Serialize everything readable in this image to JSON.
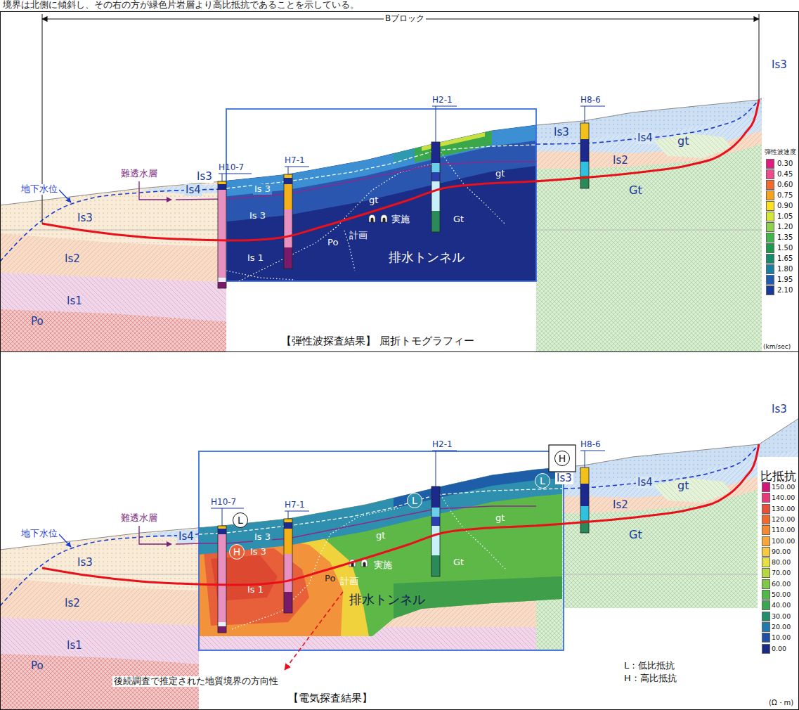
{
  "diagram": {
    "nodes": [
      {
        "text": [
          "H"
        ]
      },
      {
        "text": [
          "L"
        ]
      },
      {
        "text": [
          "L"
        ]
      },
      {
        "text": [
          "L"
        ]
      },
      {
        "text": [
          "H"
        ]
      }
    ],
    "labels": [
      "境界は北側に傾斜し、その右の方が緑色片岩層より高比抵抗であることを示している。",
      "Bブロック",
      "H10-7",
      "H7-1",
      "H2-1",
      "H8-6",
      "難透水層",
      "地下水位",
      "Is3",
      "Is4",
      "Is3",
      "Is2",
      "Is1",
      "Po",
      "Is3",
      "Is3",
      "Is4",
      "gt",
      "Is2",
      "Gt",
      "Is 3",
      "Is 3",
      "Is 1",
      "Po",
      "gt",
      "gt",
      "Gt",
      "実施",
      "計画",
      "排水トンネル",
      "弾性波速度",
      "【弾性波探査結果】 屈折トモグラフィー",
      "(km/sec)",
      "H10-7",
      "H7-1",
      "H2-1",
      "H8-6",
      "難透水層",
      "地下水位",
      "Is4",
      "Is3",
      "Is2",
      "Is1",
      "Po",
      "Is3",
      "Is3",
      "Is4",
      "gt",
      "Is2",
      "Gt",
      "Is 3",
      "Is 3",
      "Is 1",
      "Po",
      "gt",
      "gt",
      "Gt",
      "実施",
      "計画",
      "排水トンネル",
      "後続調査で推定された地質境界の方向性",
      "L：低比抵抗",
      "H：高比抵抗",
      "【電気探査結果】",
      "比抵抗",
      "(Ω・m)"
    ],
    "legend": [
      {
        "text": "0.30",
        "color": "#e6197d"
      },
      {
        "text": "0.45",
        "color": "#ee4a8c"
      },
      {
        "text": "0.60",
        "color": "#f46a2a"
      },
      {
        "text": "0.75",
        "color": "#f9a21b"
      },
      {
        "text": "0.90",
        "color": "#fde11a"
      },
      {
        "text": "1.05",
        "color": "#d6e836"
      },
      {
        "text": "1.20",
        "color": "#8fd04a"
      },
      {
        "text": "1.35",
        "color": "#3fb54a"
      },
      {
        "text": "1.50",
        "color": "#1a9a4a"
      },
      {
        "text": "1.65",
        "color": "#138a6a"
      },
      {
        "text": "1.80",
        "color": "#1a7ea0"
      },
      {
        "text": "1.95",
        "color": "#1f5cb0"
      },
      {
        "text": "2.10",
        "color": "#1a3a9a"
      },
      {
        "text": "150.00",
        "color": "#d6157a"
      },
      {
        "text": "140.00",
        "color": "#e83a7a"
      },
      {
        "text": "130.00",
        "color": "#e8503a"
      },
      {
        "text": "120.00",
        "color": "#f06a30"
      },
      {
        "text": "110.00",
        "color": "#f58a30"
      },
      {
        "text": "100.00",
        "color": "#f8a838"
      },
      {
        "text": "90.00",
        "color": "#f8c840"
      },
      {
        "text": "80.00",
        "color": "#e8e040"
      },
      {
        "text": "70.00",
        "color": "#b8d840"
      },
      {
        "text": "60.00",
        "color": "#80c848"
      },
      {
        "text": "50.00",
        "color": "#50b848"
      },
      {
        "text": "40.00",
        "color": "#38a850"
      },
      {
        "text": "30.00",
        "color": "#20906a"
      },
      {
        "text": "20.00",
        "color": "#207ab0"
      },
      {
        "text": "10.00",
        "color": "#2050a8"
      },
      {
        "text": "0.00",
        "color": "#1a2a88"
      }
    ]
  }
}
